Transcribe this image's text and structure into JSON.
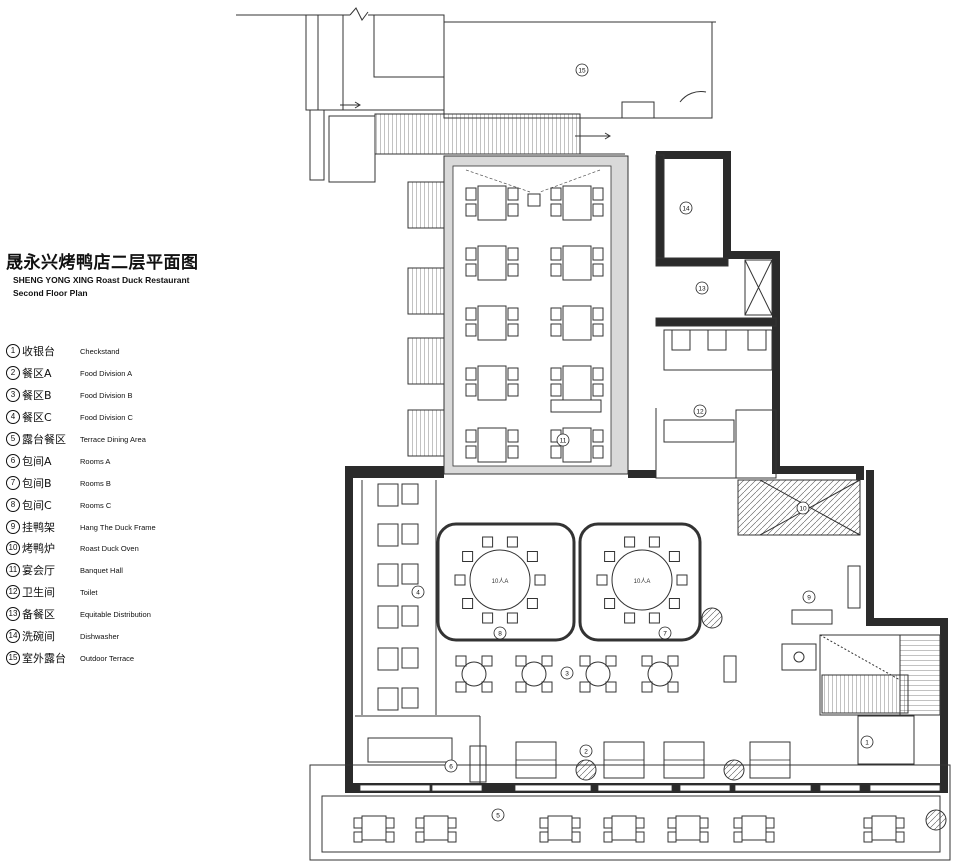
{
  "title": {
    "cn": "晟永兴烤鸭店二层平面图",
    "en_line1": "SHENG YONG XING Roast Duck Restaurant",
    "en_line2": "Second Floor Plan"
  },
  "legend": [
    {
      "num": "1",
      "cn": "收银台",
      "en": "Checkstand"
    },
    {
      "num": "2",
      "cn": "餐区A",
      "en": "Food Division A"
    },
    {
      "num": "3",
      "cn": "餐区B",
      "en": "Food Division B"
    },
    {
      "num": "4",
      "cn": "餐区C",
      "en": "Food Division C"
    },
    {
      "num": "5",
      "cn": "露台餐区",
      "en": "Terrace Dining Area"
    },
    {
      "num": "6",
      "cn": "包间A",
      "en": "Rooms A"
    },
    {
      "num": "7",
      "cn": "包间B",
      "en": "Rooms B"
    },
    {
      "num": "8",
      "cn": "包间C",
      "en": "Rooms C"
    },
    {
      "num": "9",
      "cn": "挂鸭架",
      "en": "Hang The Duck Frame"
    },
    {
      "num": "10",
      "cn": "烤鸭炉",
      "en": "Roast Duck Oven"
    },
    {
      "num": "11",
      "cn": "宴会厅",
      "en": "Banquet Hall"
    },
    {
      "num": "12",
      "cn": "卫生间",
      "en": "Toilet"
    },
    {
      "num": "13",
      "cn": "备餐区",
      "en": "Equitable Distribution"
    },
    {
      "num": "14",
      "cn": "洗碗间",
      "en": "Dishwasher"
    },
    {
      "num": "15",
      "cn": "室外露台",
      "en": "Outdoor Terrace"
    }
  ],
  "plan_markers": {
    "m1": "1",
    "m2": "2",
    "m3": "3",
    "m4": "4",
    "m5": "5",
    "m6": "6",
    "m7": "7",
    "m8": "8",
    "m9": "9",
    "m10": "10",
    "m11": "11",
    "m12": "12",
    "m13": "13",
    "m14": "14",
    "m15": "15"
  },
  "table_labels": {
    "round_a": "10人A",
    "round_b": "10人A"
  },
  "colors": {
    "wall": "#2b2b2b",
    "line": "#333333",
    "background": "#ffffff"
  }
}
